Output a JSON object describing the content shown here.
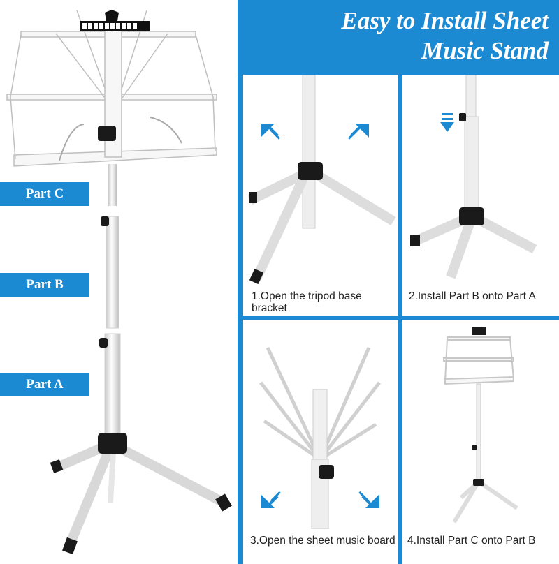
{
  "colors": {
    "accent": "#1c8ad3",
    "panel": "#ffffff",
    "metal": "#f2f2f2"
  },
  "left": {
    "labels": [
      "Part C",
      "Part B",
      "Part A"
    ]
  },
  "header": {
    "title_line1": "Easy to Install Sheet",
    "title_line2": "Music Stand"
  },
  "steps": [
    {
      "caption": "1.Open the tripod base bracket",
      "arrows": "outward-up"
    },
    {
      "caption": "2.Install Part B onto Part A",
      "arrows": "down"
    },
    {
      "caption": "3.Open the sheet music board",
      "arrows": "outward-down"
    },
    {
      "caption": "4.Install Part C onto Part B",
      "arrows": "none"
    }
  ]
}
